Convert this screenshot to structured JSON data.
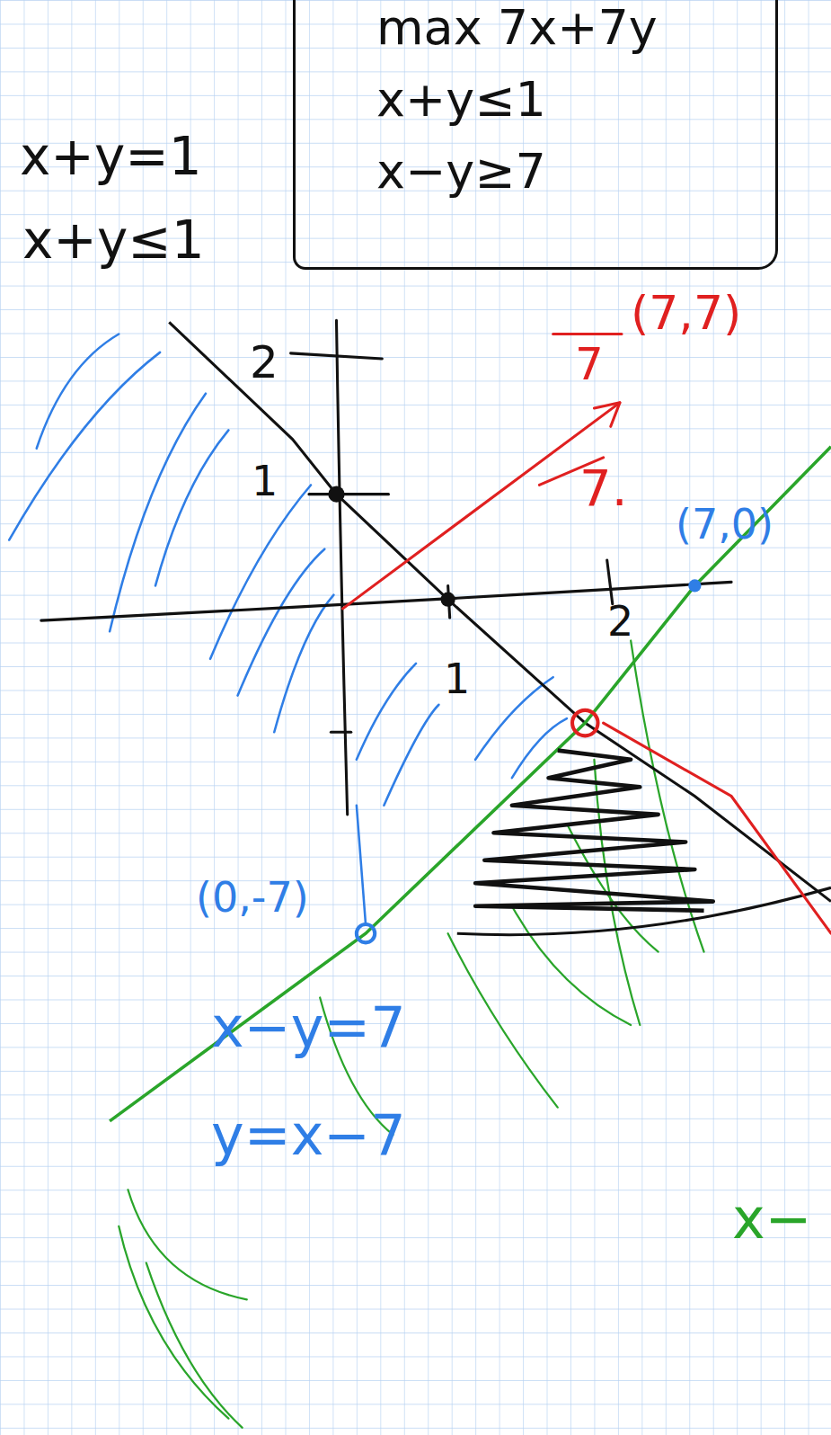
{
  "diagram": {
    "nodes": [
      {
        "text": [
          "max 7x+7y",
          "x+y≤1",
          "x−y≥7"
        ]
      }
    ],
    "labels": [
      "x+y=1",
      "x+y≤1",
      "2",
      "1",
      "1",
      "2",
      "(7,7)",
      "7",
      "7.",
      "(7,0)",
      "(0,-7)",
      "x−y=7",
      "y=x−7",
      "x−"
    ]
  }
}
